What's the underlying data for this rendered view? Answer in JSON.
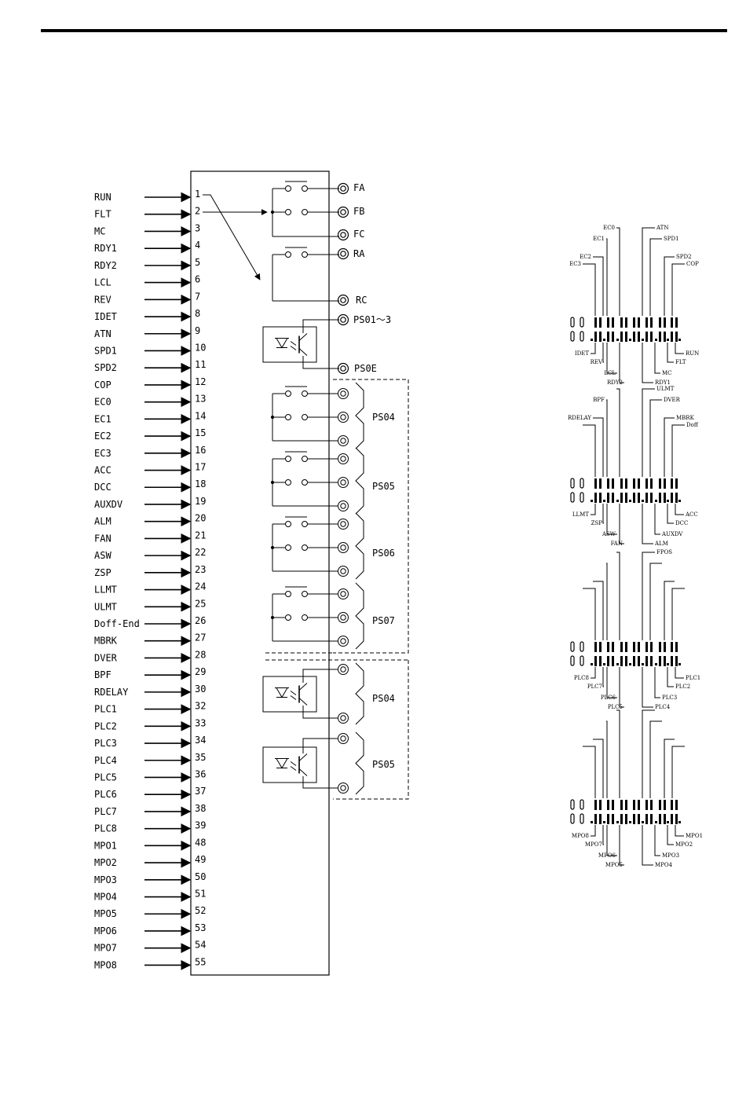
{
  "input_signals": [
    {
      "signal": "RUN",
      "pin": "1"
    },
    {
      "signal": "FLT",
      "pin": "2"
    },
    {
      "signal": "MC",
      "pin": "3"
    },
    {
      "signal": "RDY1",
      "pin": "4"
    },
    {
      "signal": "RDY2",
      "pin": "5"
    },
    {
      "signal": "LCL",
      "pin": "6"
    },
    {
      "signal": "REV",
      "pin": "7"
    },
    {
      "signal": "IDET",
      "pin": "8"
    },
    {
      "signal": "ATN",
      "pin": "9"
    },
    {
      "signal": "SPD1",
      "pin": "10"
    },
    {
      "signal": "SPD2",
      "pin": "11"
    },
    {
      "signal": "COP",
      "pin": "12"
    },
    {
      "signal": "EC0",
      "pin": "13"
    },
    {
      "signal": "EC1",
      "pin": "14"
    },
    {
      "signal": "EC2",
      "pin": "15"
    },
    {
      "signal": "EC3",
      "pin": "16"
    },
    {
      "signal": "ACC",
      "pin": "17"
    },
    {
      "signal": "DCC",
      "pin": "18"
    },
    {
      "signal": "AUXDV",
      "pin": "19"
    },
    {
      "signal": "ALM",
      "pin": "20"
    },
    {
      "signal": "FAN",
      "pin": "21"
    },
    {
      "signal": "ASW",
      "pin": "22"
    },
    {
      "signal": "ZSP",
      "pin": "23"
    },
    {
      "signal": "LLMT",
      "pin": "24"
    },
    {
      "signal": "ULMT",
      "pin": "25"
    },
    {
      "signal": "Doff-End",
      "pin": "26"
    },
    {
      "signal": "MBRK",
      "pin": "27"
    },
    {
      "signal": "DVER",
      "pin": "28"
    },
    {
      "signal": "BPF",
      "pin": "29"
    },
    {
      "signal": "RDELAY",
      "pin": "30"
    },
    {
      "signal": "PLC1",
      "pin": "32"
    },
    {
      "signal": "PLC2",
      "pin": "33"
    },
    {
      "signal": "PLC3",
      "pin": "34"
    },
    {
      "signal": "PLC4",
      "pin": "35"
    },
    {
      "signal": "PLC5",
      "pin": "36"
    },
    {
      "signal": "PLC6",
      "pin": "37"
    },
    {
      "signal": "PLC7",
      "pin": "38"
    },
    {
      "signal": "PLC8",
      "pin": "39"
    },
    {
      "signal": "MPO1",
      "pin": "48"
    },
    {
      "signal": "MPO2",
      "pin": "49"
    },
    {
      "signal": "MPO3",
      "pin": "50"
    },
    {
      "signal": "MPO4",
      "pin": "51"
    },
    {
      "signal": "MPO5",
      "pin": "52"
    },
    {
      "signal": "MPO6",
      "pin": "53"
    },
    {
      "signal": "MPO7",
      "pin": "54"
    },
    {
      "signal": "MPO8",
      "pin": "55"
    }
  ],
  "terminals": {
    "fa": "FA",
    "fb": "FB",
    "fc": "FC",
    "ra": "RA",
    "rc": "RC",
    "ps01_3": "PS01～3",
    "ps0e": "PS0E"
  },
  "relay_groups": [
    "PS04",
    "PS05",
    "PS06",
    "PS07"
  ],
  "opto_groups": [
    "PS04",
    "PS05"
  ],
  "led_panels": [
    {
      "top_left": [
        "EC3",
        "EC2",
        "EC1",
        "EC0"
      ],
      "top_right": [
        "COP",
        "SPD2",
        "SPD1",
        "ATN"
      ],
      "bottom_left": [
        "IDET",
        "REV",
        "LCL",
        "RDY2"
      ],
      "bottom_right": [
        "RUN",
        "FLT",
        "MC",
        "RDY1"
      ]
    },
    {
      "top_left": [
        "",
        "RDELAY",
        "BPF",
        ""
      ],
      "top_right": [
        "Doff",
        "MBRK",
        "DVER",
        "ULMT"
      ],
      "bottom_left": [
        "LLMT",
        "ZSP",
        "ASW",
        "FAN"
      ],
      "bottom_right": [
        "ACC",
        "DCC",
        "AUXDV",
        "ALM"
      ]
    },
    {
      "top_left": [
        "",
        "",
        "",
        ""
      ],
      "top_right": [
        "",
        "",
        "",
        "FPOS"
      ],
      "bottom_left": [
        "PLC8",
        "PLC7",
        "PLC6",
        "PLC5"
      ],
      "bottom_right": [
        "PLC1",
        "PLC2",
        "PLC3",
        "PLC4"
      ]
    },
    {
      "top_left": [
        "",
        "",
        "",
        ""
      ],
      "top_right": [
        "",
        "",
        "",
        ""
      ],
      "bottom_left": [
        "MPO8",
        "MPO7",
        "MPO6",
        "MPO5"
      ],
      "bottom_right": [
        "MPO1",
        "MPO2",
        "MPO3",
        "MPO4"
      ]
    }
  ]
}
